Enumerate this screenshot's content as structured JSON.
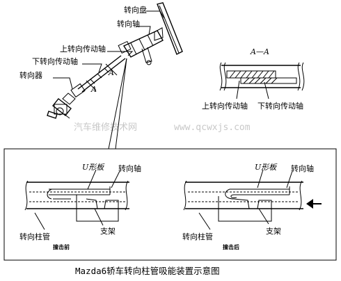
{
  "labels": {
    "steering_wheel": "转向盘",
    "steering_shaft": "转向轴",
    "upper_shaft": "上转向传动轴",
    "lower_shaft": "下转向传动轴",
    "steering_gear": "转向器",
    "section_a_upper": "A",
    "section_a_lower": "A",
    "section_title": "A—A",
    "section_upper_label": "上转向传动轴",
    "section_lower_label": "下转向传动轴"
  },
  "watermark": {
    "text": "汽车维修技术网",
    "url": "www.qcwxjs.com"
  },
  "before": {
    "u_plate": "U形板",
    "shaft": "转向轴",
    "bracket": "支架",
    "column": "转向柱管",
    "state": "撞击前"
  },
  "after": {
    "u_plate": "U形板",
    "shaft": "转向轴",
    "bracket": "支架",
    "column": "转向柱管",
    "state": "撞击后"
  },
  "caption": "Mazda6轿车转向柱管吸能装置示意图"
}
